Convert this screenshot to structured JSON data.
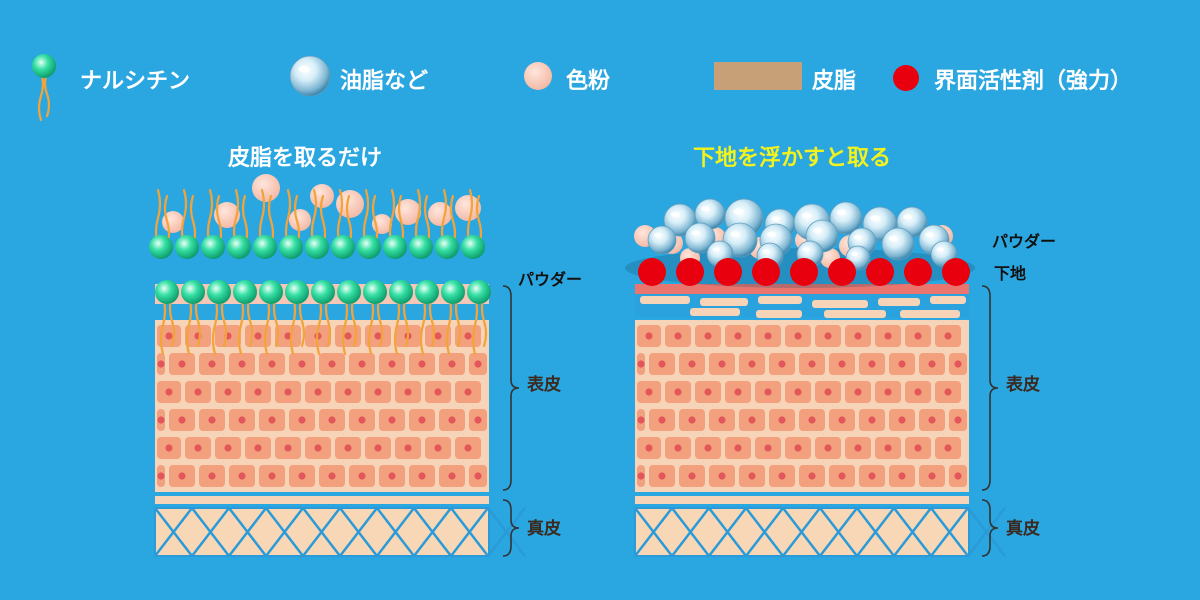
{
  "legend": {
    "items": [
      {
        "label": "ナルシチン",
        "icon": "narcissine-molecule-icon"
      },
      {
        "label": "油脂など",
        "icon": "oil-bubble-icon"
      },
      {
        "label": "色粉",
        "icon": "pigment-dot-icon"
      },
      {
        "label": "皮脂",
        "icon": "sebum-swatch-icon"
      },
      {
        "label": "界面活性剤（強力）",
        "icon": "surfactant-dot-icon"
      }
    ]
  },
  "left_panel": {
    "title": "皮脂を取るだけ",
    "powder_label": "パウダー",
    "epidermis_label": "表皮",
    "dermis_label": "真皮"
  },
  "right_panel": {
    "title": "下地を浮かすと取る",
    "powder_label": "パウダー",
    "foundation_label": "下地",
    "epidermis_label": "表皮",
    "dermis_label": "真皮"
  },
  "colors": {
    "background": "#2AA6E0",
    "left_title": "#FFFFFF",
    "right_title": "#F2F21E",
    "pigment": "#F6C6B6",
    "sebum": "#C8A078",
    "surfactant": "#E8000E",
    "narcissine_head": "#1ED79A",
    "narcissine_tail": "#F2A43A",
    "cell": "#F3A07E",
    "cell_nucleus": "#E2575A",
    "epidermis_bg": "#F7D3B8",
    "dermis_bg": "#F8D7B6",
    "dermis_lines": "#2A9AD8"
  }
}
